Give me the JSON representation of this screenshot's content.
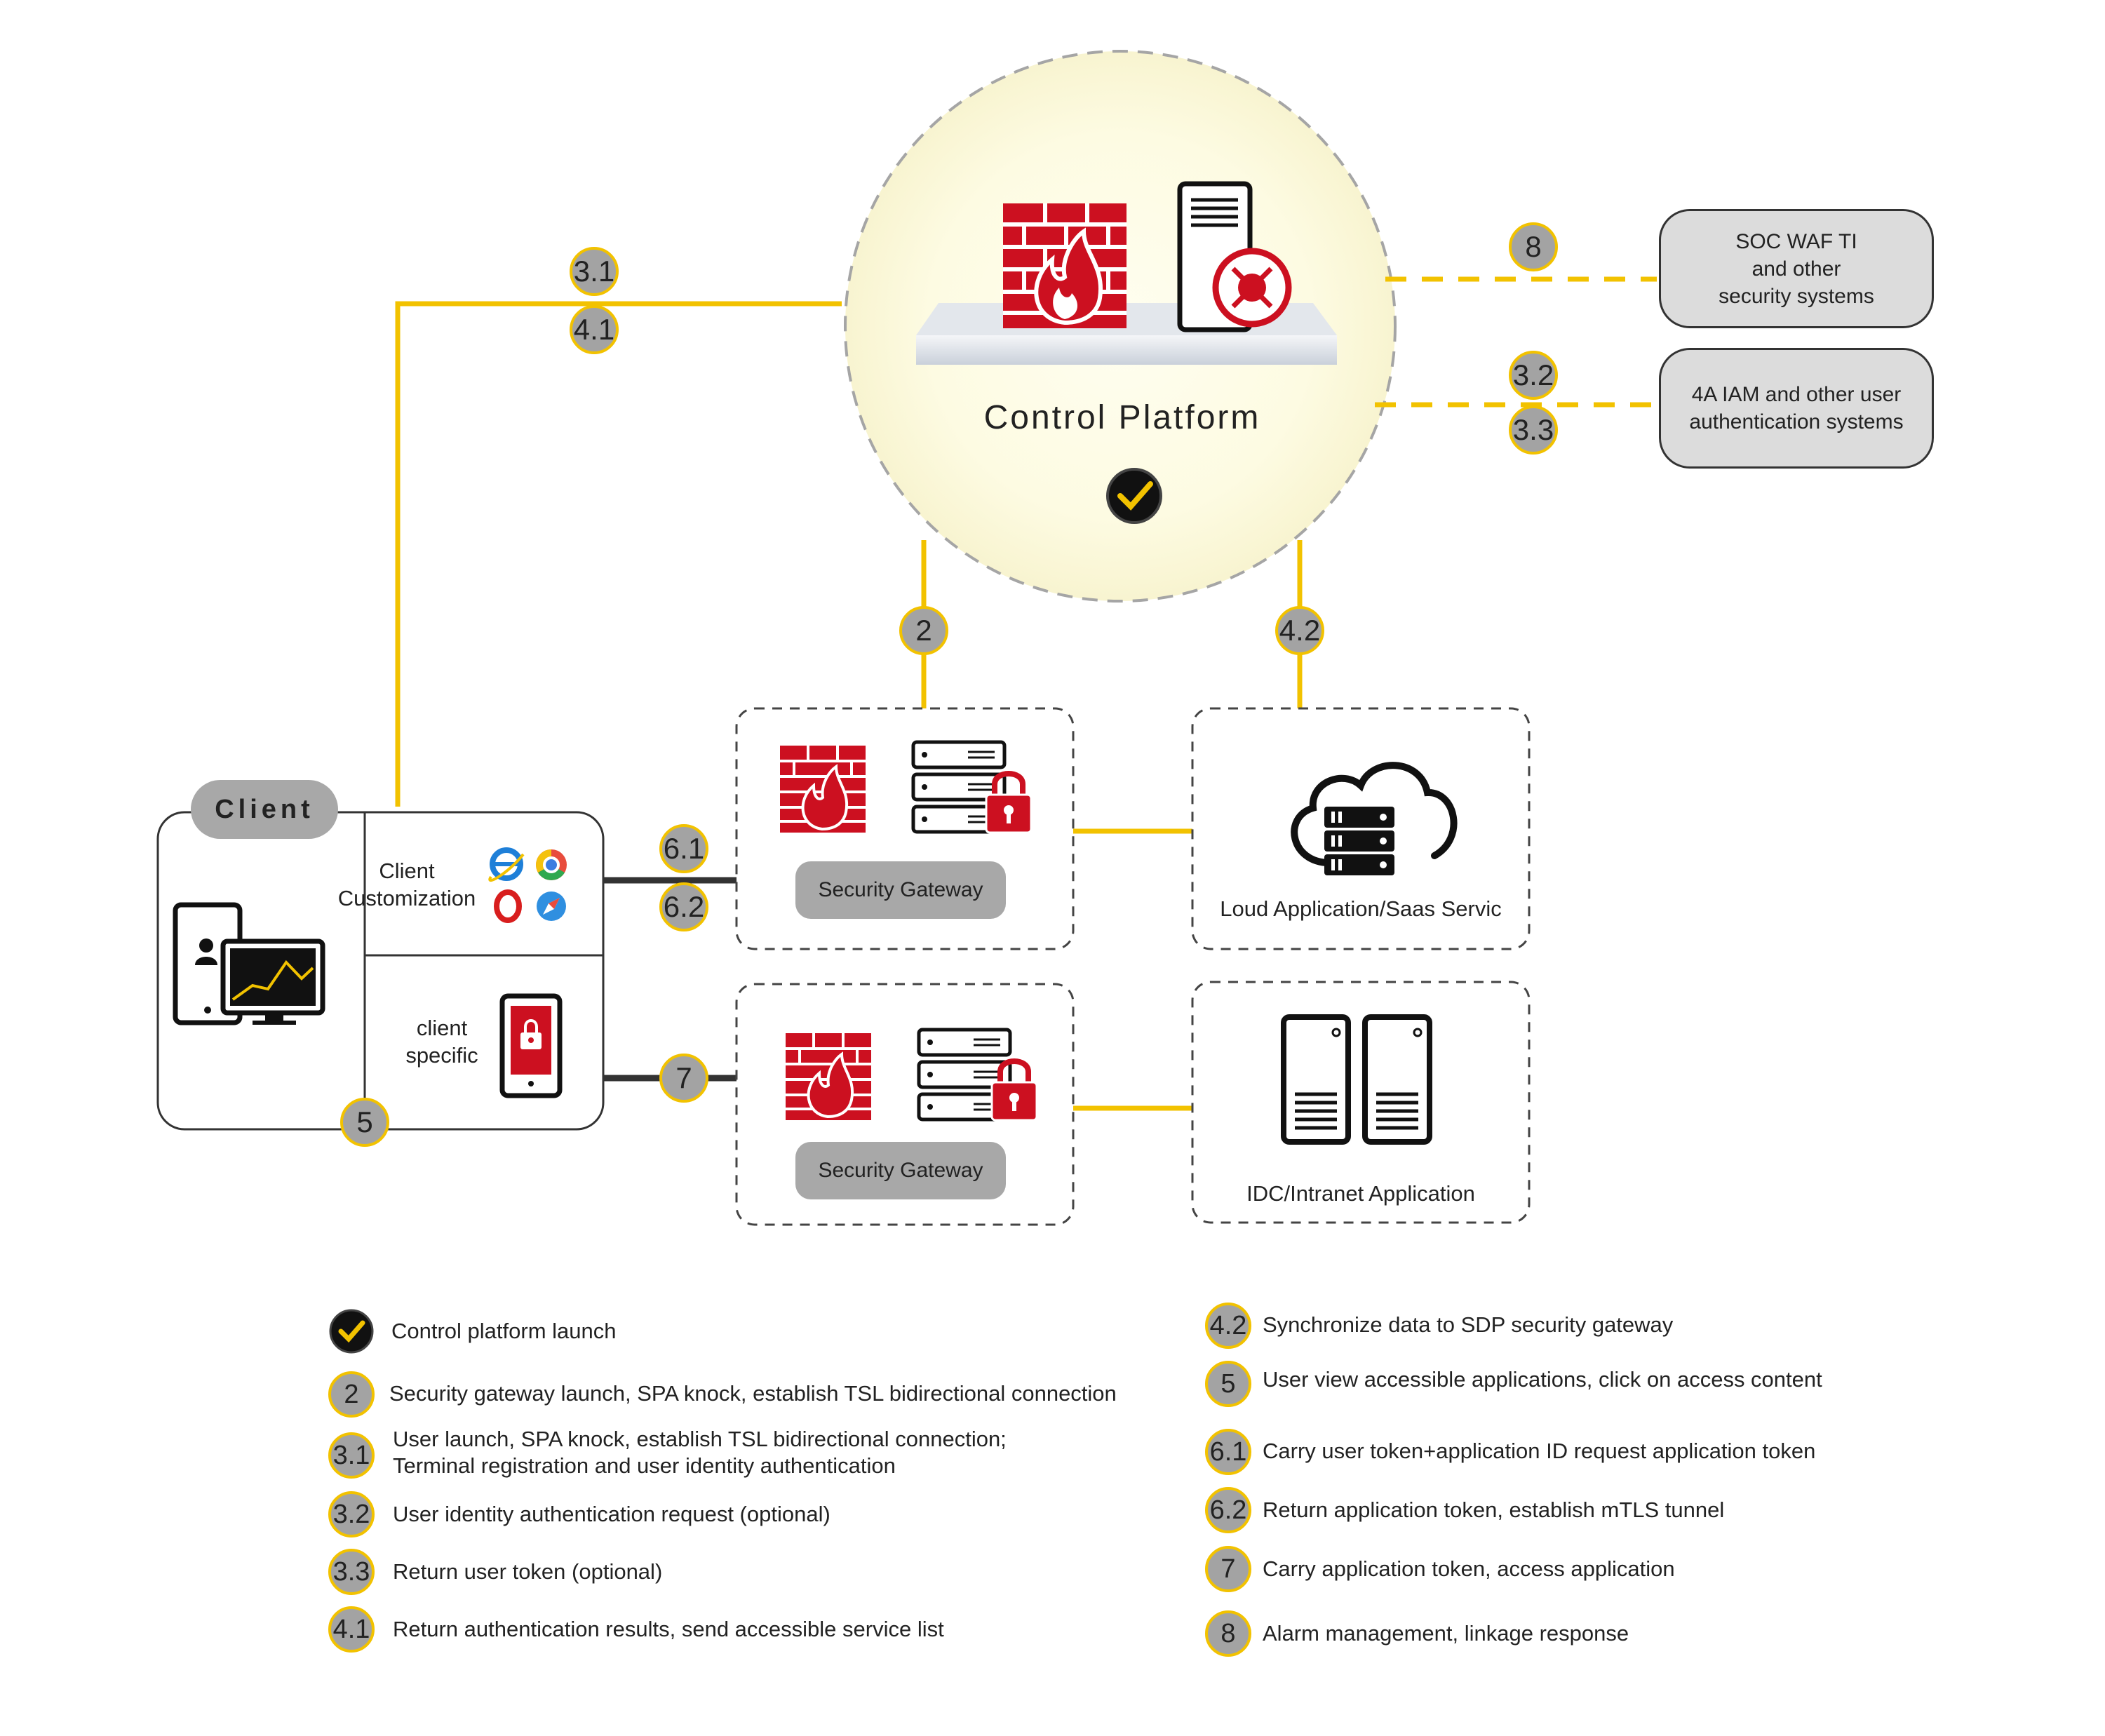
{
  "control_platform": {
    "title": "Control Platform"
  },
  "external_systems": {
    "soc": "SOC WAF TI\nand other\nsecurity systems",
    "iam": "4A IAM and other user\nauthentication systems"
  },
  "client": {
    "title": "Client",
    "customization_label": "Client\nCustomization",
    "specific_label": "client\nspecific"
  },
  "gateways": [
    {
      "label": "Security Gateway"
    },
    {
      "label": "Security Gateway"
    }
  ],
  "applications": {
    "cloud": "Loud Application/Saas Servic",
    "idc": "IDC/Intranet Application"
  },
  "step_badges": {
    "s31": "3.1",
    "s41": "4.1",
    "s8": "8",
    "s32": "3.2",
    "s33": "3.3",
    "s2": "2",
    "s42": "4.2",
    "s61": "6.1",
    "s62": "6.2",
    "s7": "7",
    "s5": "5"
  },
  "legend_left": [
    {
      "badge": "",
      "text": "Control platform launch",
      "icon": "checkmark-icon"
    },
    {
      "badge": "2",
      "text": "Security gateway launch, SPA knock, establish TSL bidirectional connection"
    },
    {
      "badge": "3.1",
      "text": "User launch, SPA knock, establish TSL bidirectional connection;\nTerminal registration and user identity authentication"
    },
    {
      "badge": "3.2",
      "text": "User identity authentication request (optional)"
    },
    {
      "badge": "3.3",
      "text": "Return user token (optional)"
    },
    {
      "badge": "4.1",
      "text": "Return authentication results, send accessible service list"
    }
  ],
  "legend_right": [
    {
      "badge": "4.2",
      "text": "Synchronize data to SDP security gateway"
    },
    {
      "badge": "5",
      "text": "User view accessible applications, click on access content"
    },
    {
      "badge": "6.1",
      "text": "Carry user token+application ID request application token"
    },
    {
      "badge": "6.2",
      "text": "Return application token, establish mTLS tunnel"
    },
    {
      "badge": "7",
      "text": "Carry application token, access application"
    },
    {
      "badge": "8",
      "text": "Alarm management, linkage response"
    }
  ],
  "colors": {
    "accent_yellow": "#f2c200",
    "firewall_red": "#cc1020",
    "badge_gray": "#a3a3a3",
    "pill_gray": "#a8a8a8"
  }
}
